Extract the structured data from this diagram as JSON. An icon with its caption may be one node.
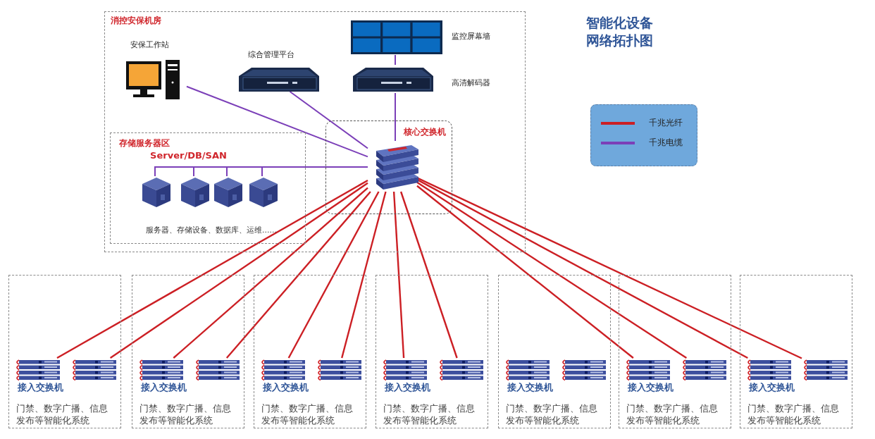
{
  "diagram": {
    "title": "智能化设备网络拓扑图",
    "nodes": [
      {
        "text": [
          "消控安保机房"
        ]
      },
      {
        "text": [
          "安保工作站"
        ],
        "in": 0
      },
      {
        "text": [
          "综合管理平台"
        ],
        "in": 0
      },
      {
        "text": [
          "监控屏幕墙"
        ],
        "in": 0
      },
      {
        "text": [
          "高清解码器"
        ],
        "in": 0
      },
      {
        "text": [
          "存储服务器区",
          "Server/DB/SAN",
          "服务器、存储设备、数据库、运维……"
        ],
        "in": 0
      },
      {
        "text": [],
        "shape": "picture",
        "in": 5
      },
      {
        "text": [],
        "shape": "picture",
        "in": 5
      },
      {
        "text": [],
        "shape": "picture",
        "in": 5
      },
      {
        "text": [],
        "shape": "picture",
        "in": 5
      },
      {
        "text": [
          "核心交换机"
        ],
        "in": 0
      },
      {
        "text": [],
        "shape": "picture",
        "in": 10
      },
      {
        "text": [
          "接入交换机",
          "门禁、数字广播、信息发布等智能化系统"
        ]
      },
      {
        "text": [
          "接入交换机",
          "门禁、数字广播、信息发布等智能化系统"
        ]
      },
      {
        "text": [
          "接入交换机",
          "门禁、数字广播、信息发布等智能化系统"
        ]
      },
      {
        "text": [
          "接入交换机",
          "门禁、数字广播、信息发布等智能化系统"
        ]
      },
      {
        "text": [
          "接入交换机",
          "门禁、数字广播、信息发布等智能化系统"
        ]
      },
      {
        "text": [
          "接入交换机",
          "门禁、数字广播、信息发布等智能化系统"
        ]
      },
      {
        "text": [
          "接入交换机",
          "门禁、数字广播、信息发布等智能化系统"
        ]
      },
      {
        "text": [],
        "shape": "picture",
        "in": 12
      },
      {
        "text": [],
        "shape": "picture",
        "in": 12
      },
      {
        "text": [],
        "shape": "picture",
        "in": 13
      },
      {
        "text": [],
        "shape": "picture",
        "in": 13
      },
      {
        "text": [],
        "shape": "picture",
        "in": 14
      },
      {
        "text": [],
        "shape": "picture",
        "in": 14
      },
      {
        "text": [],
        "shape": "picture",
        "in": 15
      },
      {
        "text": [],
        "shape": "picture",
        "in": 15
      },
      {
        "text": [],
        "shape": "picture",
        "in": 16
      },
      {
        "text": [],
        "shape": "picture",
        "in": 16
      },
      {
        "text": [],
        "shape": "picture",
        "in": 17
      },
      {
        "text": [],
        "shape": "picture",
        "in": 17
      },
      {
        "text": [],
        "shape": "picture",
        "in": 18
      },
      {
        "text": [],
        "shape": "picture",
        "in": 18
      }
    ],
    "edges": [
      {
        "from": 1,
        "to": 11,
        "arrow": "none",
        "color": "#7b3fb8"
      },
      {
        "from": 2,
        "to": 11,
        "arrow": "none",
        "color": "#7b3fb8"
      },
      {
        "from": 3,
        "to": 4,
        "arrow": "none",
        "color": "#7b3fb8"
      },
      {
        "from": 4,
        "to": 11,
        "arrow": "none",
        "color": "#7b3fb8"
      },
      {
        "from": 11,
        "to": 6,
        "arrow": "none",
        "color": "#7b3fb8"
      },
      {
        "from": 11,
        "to": 7,
        "arrow": "none",
        "color": "#7b3fb8"
      },
      {
        "from": 11,
        "to": 8,
        "arrow": "none",
        "color": "#7b3fb8"
      },
      {
        "from": 11,
        "to": 9,
        "arrow": "none",
        "color": "#7b3fb8"
      },
      {
        "from": 11,
        "to": 19,
        "arrow": "none"
      },
      {
        "from": 11,
        "to": 20,
        "arrow": "none"
      },
      {
        "from": 11,
        "to": 21,
        "arrow": "none"
      },
      {
        "from": 11,
        "to": 22,
        "arrow": "none"
      },
      {
        "from": 11,
        "to": 23,
        "arrow": "none"
      },
      {
        "from": 11,
        "to": 24,
        "arrow": "none"
      },
      {
        "from": 11,
        "to": 25,
        "arrow": "none"
      },
      {
        "from": 11,
        "to": 26,
        "arrow": "none"
      },
      {
        "from": 11,
        "to": 29,
        "arrow": "none"
      },
      {
        "from": 11,
        "to": 30,
        "arrow": "none"
      },
      {
        "from": 11,
        "to": 31,
        "arrow": "none"
      },
      {
        "from": 11,
        "to": 32,
        "arrow": "none"
      }
    ],
    "legend": [
      {
        "text": "千兆光纤"
      },
      {
        "text": "千兆电缆"
      }
    ]
  }
}
